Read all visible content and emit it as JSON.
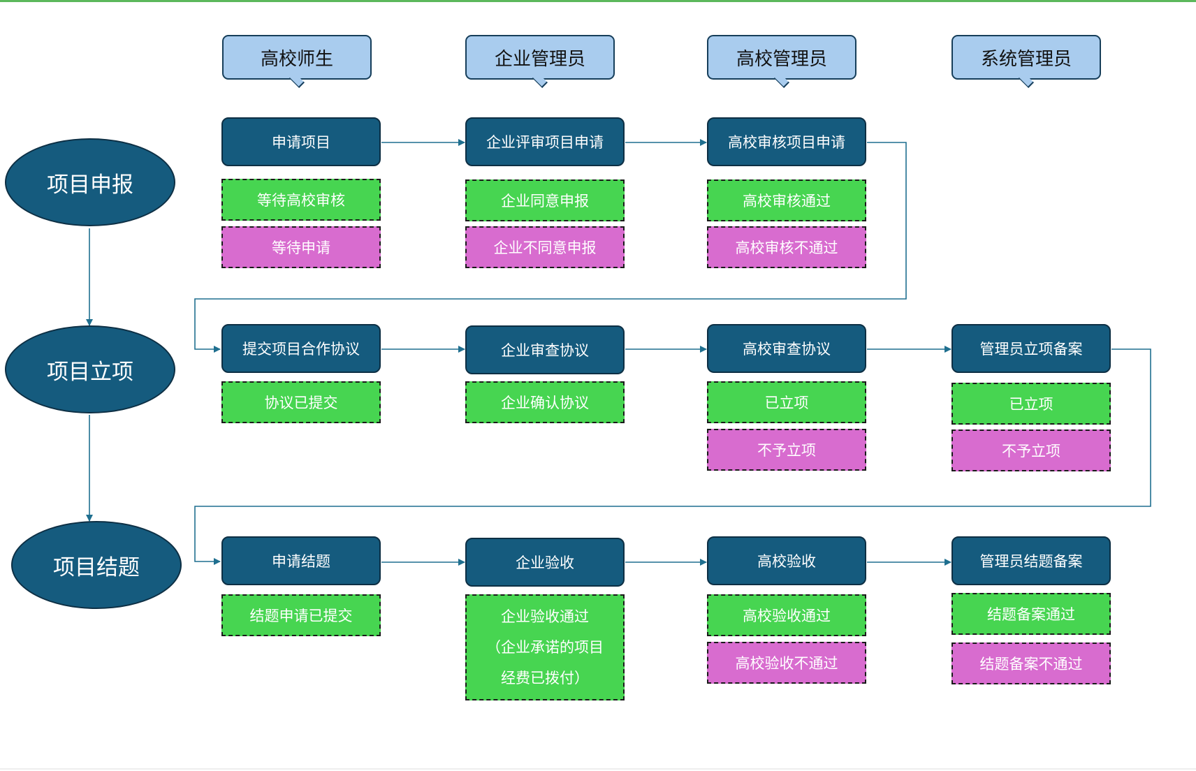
{
  "roles": [
    "高校师生",
    "企业管理员",
    "高校管理员",
    "系统管理员"
  ],
  "phases": [
    "项目申报",
    "项目立项",
    "项目结题"
  ],
  "rows": [
    {
      "steps": [
        "申请项目",
        "企业评审项目申请",
        "高校审核项目申请"
      ],
      "outcomes": [
        {
          "pass": "等待高校审核",
          "fail": "等待申请"
        },
        {
          "pass": "企业同意申报",
          "fail": "企业不同意申报"
        },
        {
          "pass": "高校审核通过",
          "fail": "高校审核不通过"
        }
      ]
    },
    {
      "steps": [
        "提交项目合作协议",
        "企业审查协议",
        "高校审查协议",
        "管理员立项备案"
      ],
      "outcomes": [
        {
          "pass": "协议已提交"
        },
        {
          "pass": "企业确认协议"
        },
        {
          "pass": "已立项",
          "fail": "不予立项"
        },
        {
          "pass": "已立项",
          "fail": "不予立项"
        }
      ]
    },
    {
      "steps": [
        "申请结题",
        "企业验收",
        "高校验收",
        "管理员结题备案"
      ],
      "outcomes": [
        {
          "pass": "结题申请已提交"
        },
        {
          "pass_lines": [
            "企业验收通过",
            "（企业承诺的项目",
            "经费已拨付）"
          ]
        },
        {
          "pass": "高校验收通过",
          "fail": "高校验收不通过"
        },
        {
          "pass": "结题备案通过",
          "fail": "结题备案不通过"
        }
      ]
    }
  ],
  "colors": {
    "step": "#155b7e",
    "role": "#a9ccee",
    "pass": "#47d551",
    "fail": "#d86ccf",
    "connector": "#1f6f8f"
  }
}
